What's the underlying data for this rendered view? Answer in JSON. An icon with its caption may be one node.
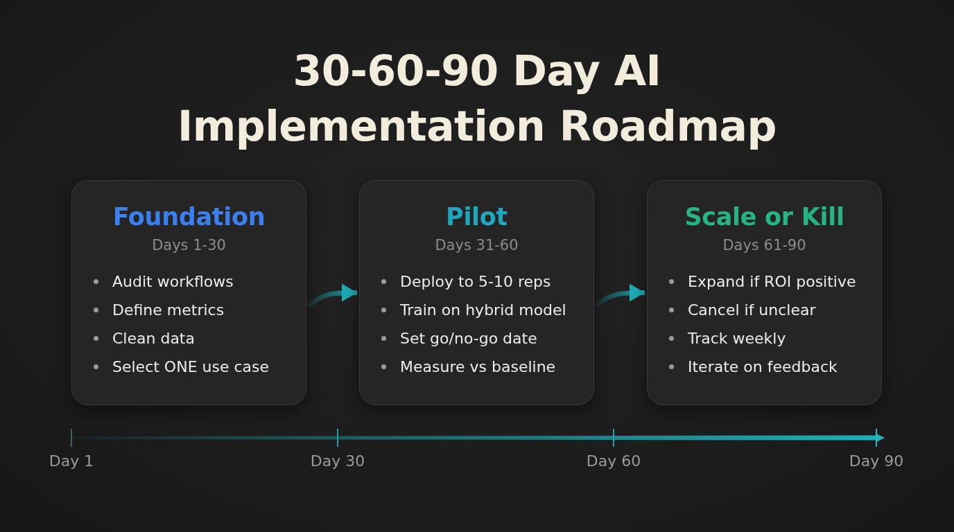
{
  "diagram": {
    "title": "30-60-90 Day AI Implementation Roadmap",
    "nodes": [
      {
        "text": [
          "Foundation",
          "Days 1-30",
          "Audit workflows",
          "Define metrics",
          "Clean data",
          "Select ONE use case"
        ]
      },
      {
        "text": [
          "Pilot",
          "Days 31-60",
          "Deploy to 5-10 reps",
          "Train on hybrid model",
          "Set go/no-go date",
          "Measure vs baseline"
        ]
      },
      {
        "text": [
          "Scale or Kill",
          "Days 61-90",
          "Expand if ROI positive",
          "Cancel if unclear",
          "Track weekly",
          "Iterate on feedback"
        ]
      }
    ],
    "edges": [
      {
        "from": 0,
        "to": 1,
        "arrow": "to"
      },
      {
        "from": 1,
        "to": 2,
        "arrow": "to"
      }
    ],
    "labels": [
      "Day 1",
      "Day 30",
      "Day 60",
      "Day 90"
    ]
  }
}
